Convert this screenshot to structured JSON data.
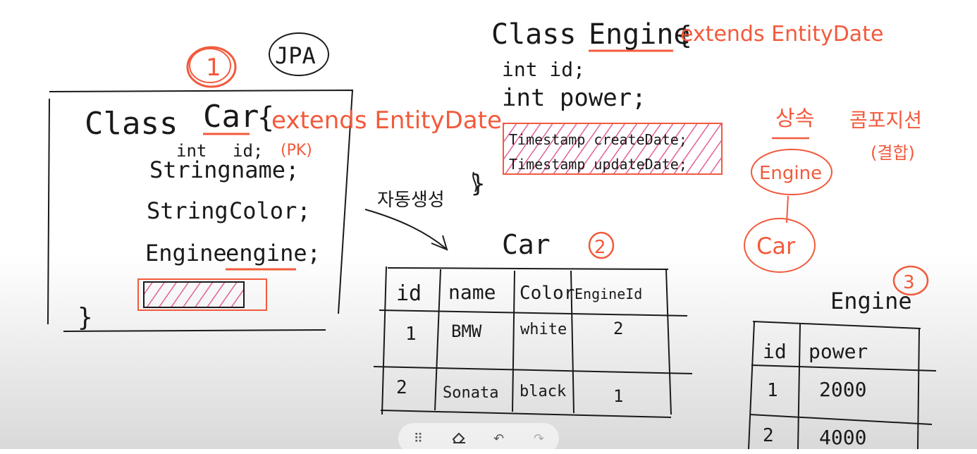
{
  "marks": {
    "circle_one": "1",
    "circle_two": "2",
    "circle_three": "3"
  },
  "jpa": "JPA",
  "car_class": {
    "header_class": "Class",
    "header_name": "Car",
    "brace": "{",
    "extends": "extends EntityDate",
    "fields": [
      {
        "type": "int",
        "name": "id;",
        "note": "(PK)"
      },
      {
        "type": "String",
        "name": "name;"
      },
      {
        "type": "String",
        "name": "Color;"
      },
      {
        "type": "Engine",
        "name": "engine;"
      }
    ],
    "close": "}"
  },
  "engine_class": {
    "header_class": "Class",
    "header_name": "Engine",
    "brace": "{",
    "extends": "extends EntityDate",
    "fields": [
      {
        "text": "int id;"
      },
      {
        "text": "int power;"
      },
      {
        "text": "Timestamp createDate;"
      },
      {
        "text": "Timestamp updateDate;"
      }
    ],
    "close": "}"
  },
  "arrow_label": "자동생성",
  "car_table": {
    "title": "Car",
    "columns": [
      "id",
      "name",
      "Color",
      "EngineId"
    ],
    "rows": [
      [
        "1",
        "BMW",
        "white",
        "2"
      ],
      [
        "2",
        "Sonata",
        "black",
        "1"
      ]
    ]
  },
  "engine_table": {
    "title": "Engine",
    "columns": [
      "id",
      "power"
    ],
    "rows": [
      [
        "1",
        "2000"
      ],
      [
        "2",
        "4000"
      ]
    ]
  },
  "relations": {
    "inheritance": "상속",
    "composition": "콤포지션",
    "composition_note": "(결합)",
    "engine_node": "Engine",
    "car_node": "Car"
  },
  "toolbar": {
    "drag_icon": "drag-handle-icon",
    "eraser_icon": "eraser-icon",
    "undo_icon": "undo-icon",
    "redo_icon": "redo-icon"
  },
  "colors": {
    "ink": "#1a1a1a",
    "red": "#f25a3c",
    "pink": "#e0609a"
  }
}
